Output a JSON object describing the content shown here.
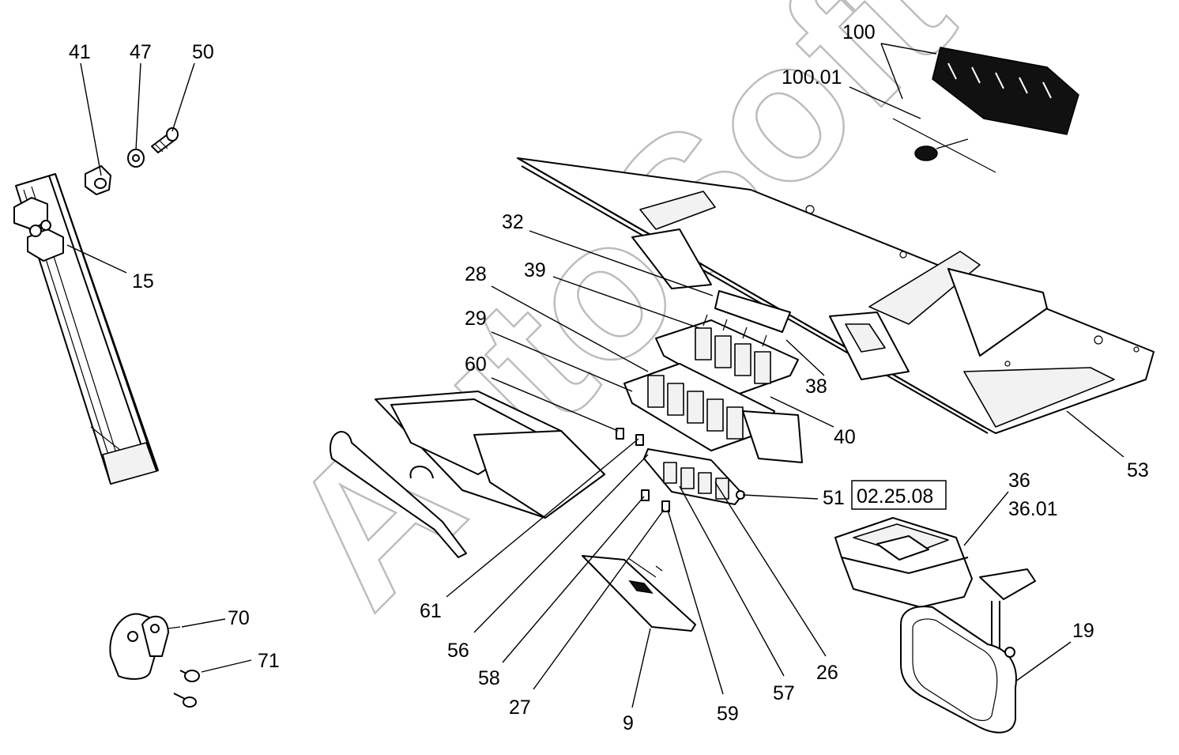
{
  "watermark": "AutoSoft",
  "labels": {
    "p41": "41",
    "p47": "47",
    "p50": "50",
    "p15": "15",
    "p100": "100",
    "p100_01": "100.01",
    "p32": "32",
    "p28": "28",
    "p39": "39",
    "p29": "29",
    "p60": "60",
    "p38": "38",
    "p40": "40",
    "p53": "53",
    "p51": "51",
    "ref_box": "02.25.08",
    "p36": "36",
    "p36_01": "36.01",
    "p19": "19",
    "p70": "70",
    "p71": "71",
    "p61": "61",
    "p56": "56",
    "p58": "58",
    "p27": "27",
    "p9": "9",
    "p59": "59",
    "p57": "57",
    "p26": "26"
  }
}
